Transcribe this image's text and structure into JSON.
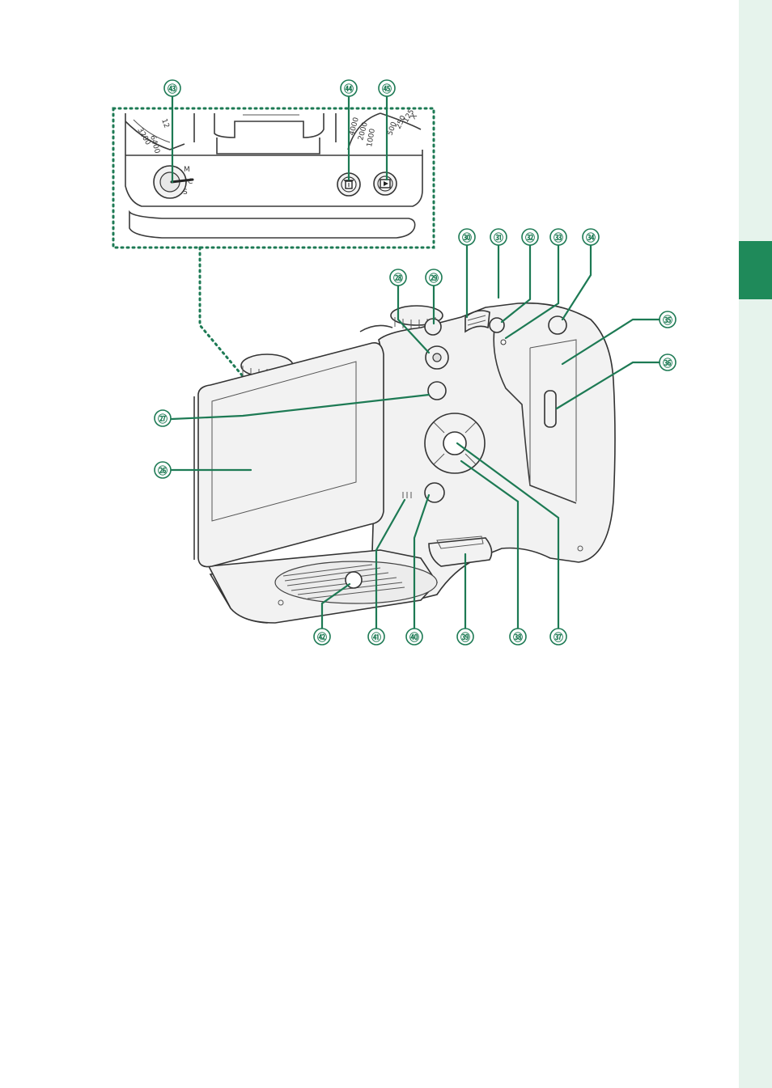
{
  "colors": {
    "accent": "#1d7a54",
    "side_strip": "#e6f3ec",
    "side_tab": "#1f8a5a"
  },
  "callouts": {
    "c26": "㉖",
    "c27": "㉗",
    "c28": "㉘",
    "c29": "㉙",
    "c30": "㉚",
    "c31": "㉛",
    "c32": "㉜",
    "c33": "㉝",
    "c34": "㉞",
    "c35": "㉟",
    "c36": "㊱",
    "c37": "㊲",
    "c38": "㊳",
    "c39": "㊴",
    "c40": "㊵",
    "c41": "㊶",
    "c42": "㊷",
    "c43": "㊸",
    "c44": "㊹",
    "c45": "㊺"
  },
  "dial_markings": {
    "left_dial": [
      "3200",
      "6400",
      "12"
    ],
    "right_dial": [
      "4000",
      "2000",
      "1000",
      "500",
      "250",
      "125",
      "X"
    ],
    "mode_lever": [
      "M",
      "C",
      "S"
    ]
  },
  "icons": {
    "delete": "trash-icon",
    "playback": "play-icon"
  }
}
